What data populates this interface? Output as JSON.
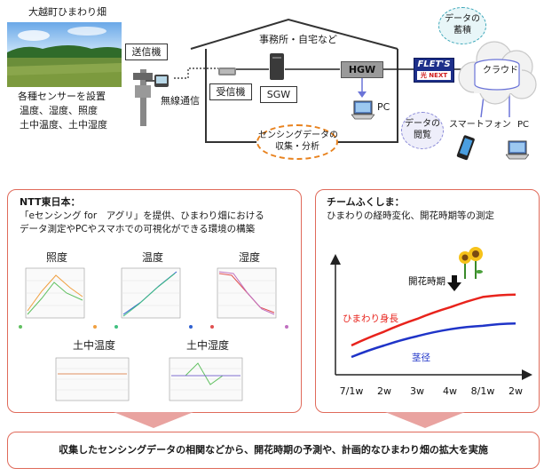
{
  "top": {
    "field_label": "大越町ひまわり畑",
    "field_photo_icon": "sunflower-field-photo",
    "sensor_text": [
      "各種センサーを設置",
      "温度、湿度、照度",
      "土中温度、土中湿度"
    ],
    "transmitter_label": "送信機",
    "wireless_label": "無線通信",
    "office_label": "事務所・自宅など",
    "receiver_label": "受信機",
    "sgw_label": "SGW",
    "hgw_label": "HGW",
    "pc_label": "PC",
    "sensing_bubble": [
      "センシングデータの",
      "収集・分析"
    ],
    "flets_label": "FLET'S",
    "flets_sub": "光 NEXT",
    "cloud_label": "クラウド",
    "data_store_bubble": [
      "データの",
      "蓄積"
    ],
    "data_view_bubble": [
      "データの",
      "閲覧"
    ],
    "smartphone_label": "スマートフォン",
    "pc2_label": "PC"
  },
  "ntt": {
    "heading": "NTT東日本：",
    "desc_line1": "「eセンシング for　アグリ」を提供、ひまわり畑における",
    "desc_line2": "データ測定やPCやスマホでの可視化ができる環境の構築",
    "charts": [
      {
        "name": "chart-illuminance",
        "title": "照度"
      },
      {
        "name": "chart-temperature",
        "title": "温度"
      },
      {
        "name": "chart-humidity",
        "title": "湿度"
      },
      {
        "name": "chart-soil-temperature",
        "title": "土中温度"
      },
      {
        "name": "chart-soil-humidity",
        "title": "土中湿度"
      }
    ]
  },
  "team": {
    "heading": "チームふくしま：",
    "desc": "ひまわりの経時変化、開花時期等の測定"
  },
  "chart_data": {
    "type": "line",
    "categories": [
      "7/1w",
      "2w",
      "3w",
      "4w",
      "8/1w",
      "2w"
    ],
    "annotation": "開花時期",
    "series": [
      {
        "name": "ひまわり身長",
        "color": "#e8231c",
        "values": [
          0.1,
          0.22,
          0.33,
          0.43,
          0.52,
          0.54
        ]
      },
      {
        "name": "茎径",
        "color": "#1f34c8",
        "values": [
          0.0,
          0.1,
          0.18,
          0.24,
          0.27,
          0.29
        ]
      }
    ]
  },
  "footer": {
    "text": "収集したセンシングデータの相関などから、開花時期の予測や、計画的なひまわり畑の拡大を実施"
  }
}
